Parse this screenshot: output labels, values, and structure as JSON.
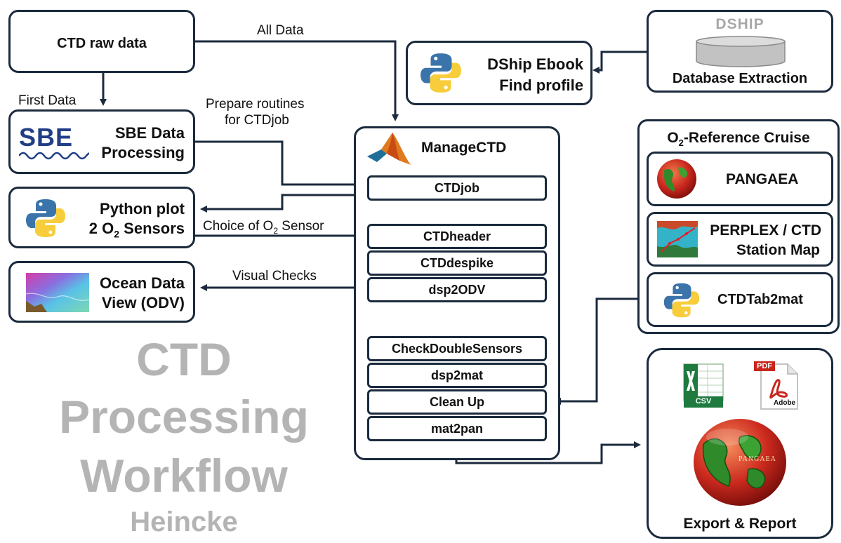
{
  "title": {
    "line1": "CTD",
    "line2": "Processing",
    "line3": "Workflow",
    "author": "Heincke"
  },
  "nodes": {
    "raw": "CTD raw data",
    "sbe": {
      "line1": "SBE Data",
      "line2": "Processing",
      "logo": "SBE"
    },
    "pyplot": {
      "line1": "Python plot",
      "line2_prefix": "2 O",
      "line2_sub": "2",
      "line2_suffix": " Sensors"
    },
    "odv": {
      "line1": "Ocean Data",
      "line2": "View (ODV)"
    },
    "dship_ebook": {
      "line1": "DShip Ebook",
      "line2": "Find profile"
    },
    "dship_db": {
      "logo": "DSHIP",
      "label": "Database Extraction"
    },
    "manage": "ManageCTD",
    "o2ref": {
      "prefix": "O",
      "sub": "2",
      "suffix": "-Reference Cruise"
    },
    "pangaea": "PANGAEA",
    "perplex": {
      "line1": "PERPLEX / CTD",
      "line2": "Station Map"
    },
    "ctdtab": "CTDTab2mat",
    "export": {
      "label": "Export & Report",
      "csv": "CSV",
      "pdf": "PDF",
      "adobe": "Adobe",
      "pangaea_logo": "PANGAEA"
    }
  },
  "steps": [
    "CTDjob",
    "CTDheader",
    "CTDdespike",
    "dsp2ODV",
    "CheckDoubleSensors",
    "dsp2mat",
    "Clean Up",
    "mat2pan"
  ],
  "edges": {
    "all_data": "All Data",
    "first_data": "First Data",
    "prepare1": "Prepare routines",
    "prepare2": "for CTDjob",
    "choice_prefix": "Choice of O",
    "choice_sub": "2",
    "choice_suffix": " Sensor",
    "visual": "Visual Checks"
  },
  "colors": {
    "border": "#1b2a3d",
    "title_gray": "#b4b4b4",
    "python_blue": "#3b74aa",
    "python_yellow": "#f7cd3c",
    "excel_green": "#1e7a3e",
    "pdf_red": "#c8261d"
  }
}
